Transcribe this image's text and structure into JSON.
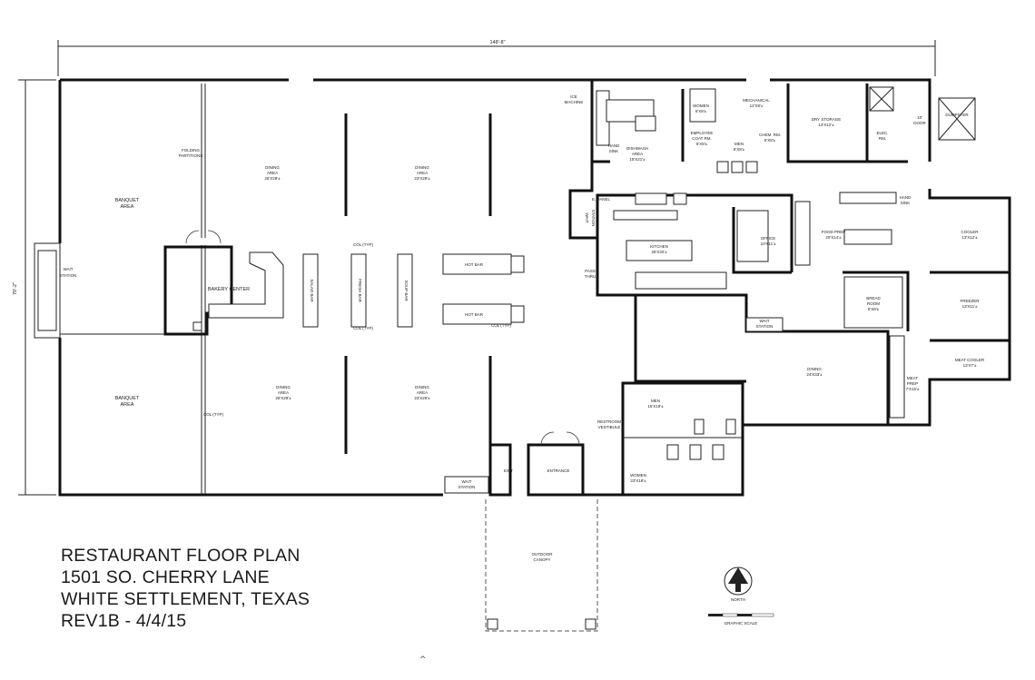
{
  "title_block": {
    "line1": "RESTAURANT FLOOR PLAN",
    "line2": "1501 SO. CHERRY LANE",
    "line3": "WHITE SETTLEMENT, TEXAS",
    "line4": "REV1B - 4/4/15"
  },
  "dimensions": {
    "overall_width": "148'-8\"",
    "overall_depth": "70'-2\""
  },
  "north_arrow_label": "NORTH",
  "scale_label": "GRAPHIC SCALE",
  "bottom_mark": "^",
  "rooms": {
    "banquet_top": {
      "name": "BANQUET",
      "sub": "AREA"
    },
    "banquet_bottom": {
      "name": "BANQUET",
      "sub": "AREA"
    },
    "folding_partitions": {
      "name": "FOLDING",
      "sub": "PARTITIONS"
    },
    "wait_station_west": {
      "name": "WAIT",
      "sub": "STATION"
    },
    "dining_nw": {
      "name": "DINING",
      "sub": "AREA",
      "size": "26'X29'±"
    },
    "dining_n": {
      "name": "DINING",
      "sub": "AREA",
      "size": "23'X29'±"
    },
    "dining_sw": {
      "name": "DINING",
      "sub": "AREA",
      "size": "26'X29'±"
    },
    "dining_s": {
      "name": "DINING",
      "sub": "AREA",
      "size": "23'X29'±"
    },
    "dining_east": {
      "name": "DINING",
      "size": "24'X33'±"
    },
    "bakery_center": {
      "name": "BAKERY CENTER"
    },
    "salad_bar": {
      "name": "SALAD BAR"
    },
    "fresh_bar": {
      "name": "FRESH BAR"
    },
    "soup_bar": {
      "name": "SOUP BAR"
    },
    "hot_bar_1": {
      "name": "HOT BAR"
    },
    "hot_bar_2": {
      "name": "HOT BAR"
    },
    "col_typ_1": {
      "name": "COL (TYP)"
    },
    "col_typ_2": {
      "name": "COL (TYP)"
    },
    "col_typ_3": {
      "name": "COL (TYP)"
    },
    "col_typ_4": {
      "name": "COL (TYP)"
    },
    "ice_machine": {
      "name": "ICE",
      "sub": "MACHINE"
    },
    "dishwash": {
      "name": "DISHWASH",
      "sub": "AREA",
      "size": "15'X21'±"
    },
    "hand_sink_1": {
      "name": "HAND",
      "sub": "SINK"
    },
    "women_staff": {
      "name": "WOMEN",
      "size": "6'X8'±"
    },
    "men_staff": {
      "name": "MEN",
      "size": "6'X8'±"
    },
    "employee_coat": {
      "name": "EMPLOYEE",
      "sub": "COAT RM.",
      "size": "6'X8'±"
    },
    "mechanical": {
      "name": "MECHANICAL",
      "size": "12'X8'±"
    },
    "chem_rm": {
      "name": "CHEM. RM.",
      "size": "6'X8'±"
    },
    "dry_storage": {
      "name": "DRY STORAGE",
      "size": "13'X12'±"
    },
    "elec_rm": {
      "name": "ELEC.",
      "sub": "RM."
    },
    "door_10": {
      "name": "10'",
      "sub": "DOOR"
    },
    "dumpster": {
      "name": "DUMPSTER"
    },
    "e_panel": {
      "name": "E. PANEL"
    },
    "wait_station_kitchen": {
      "name": "WAIT",
      "sub": "STATION"
    },
    "kitchen": {
      "name": "KITCHEN",
      "size": "25'X34'±"
    },
    "pass_thru": {
      "name": "PASS",
      "sub": "THRU"
    },
    "office": {
      "name": "OFFICE",
      "size": "10'X11'±"
    },
    "food_prep": {
      "name": "FOOD PREP",
      "size": "20'X14'±"
    },
    "hand_sink_2": {
      "name": "HAND",
      "sub": "SINK"
    },
    "bread_room": {
      "name": "BREAD",
      "sub": "ROOM",
      "size": "6'X8'±"
    },
    "wait_station_east": {
      "name": "WAIT",
      "sub": "STATION"
    },
    "cooler": {
      "name": "COOLER",
      "size": "13'X12'±"
    },
    "freezer": {
      "name": "FREEZER",
      "size": "13'X11'±"
    },
    "meat_cooler": {
      "name": "MEAT COOLER",
      "size": "13'X7'±"
    },
    "meat_prep": {
      "name": "MEAT",
      "sub": "PREP",
      "size": "7'X15'±"
    },
    "men_restroom": {
      "name": "MEN",
      "size": "15'X19'±"
    },
    "women_restroom": {
      "name": "WOMEN",
      "size": "23'X18'±"
    },
    "restroom_vestibule": {
      "name": "RESTROOM",
      "sub": "VESTIBULE"
    },
    "entrance": {
      "name": "ENTRANCE"
    },
    "exit": {
      "name": "EXIT"
    },
    "wait_station_south": {
      "name": "WAIT",
      "sub": "STATION"
    },
    "outdoor_canopy": {
      "name": "OUTDOOR",
      "sub": "CANOPY"
    }
  }
}
